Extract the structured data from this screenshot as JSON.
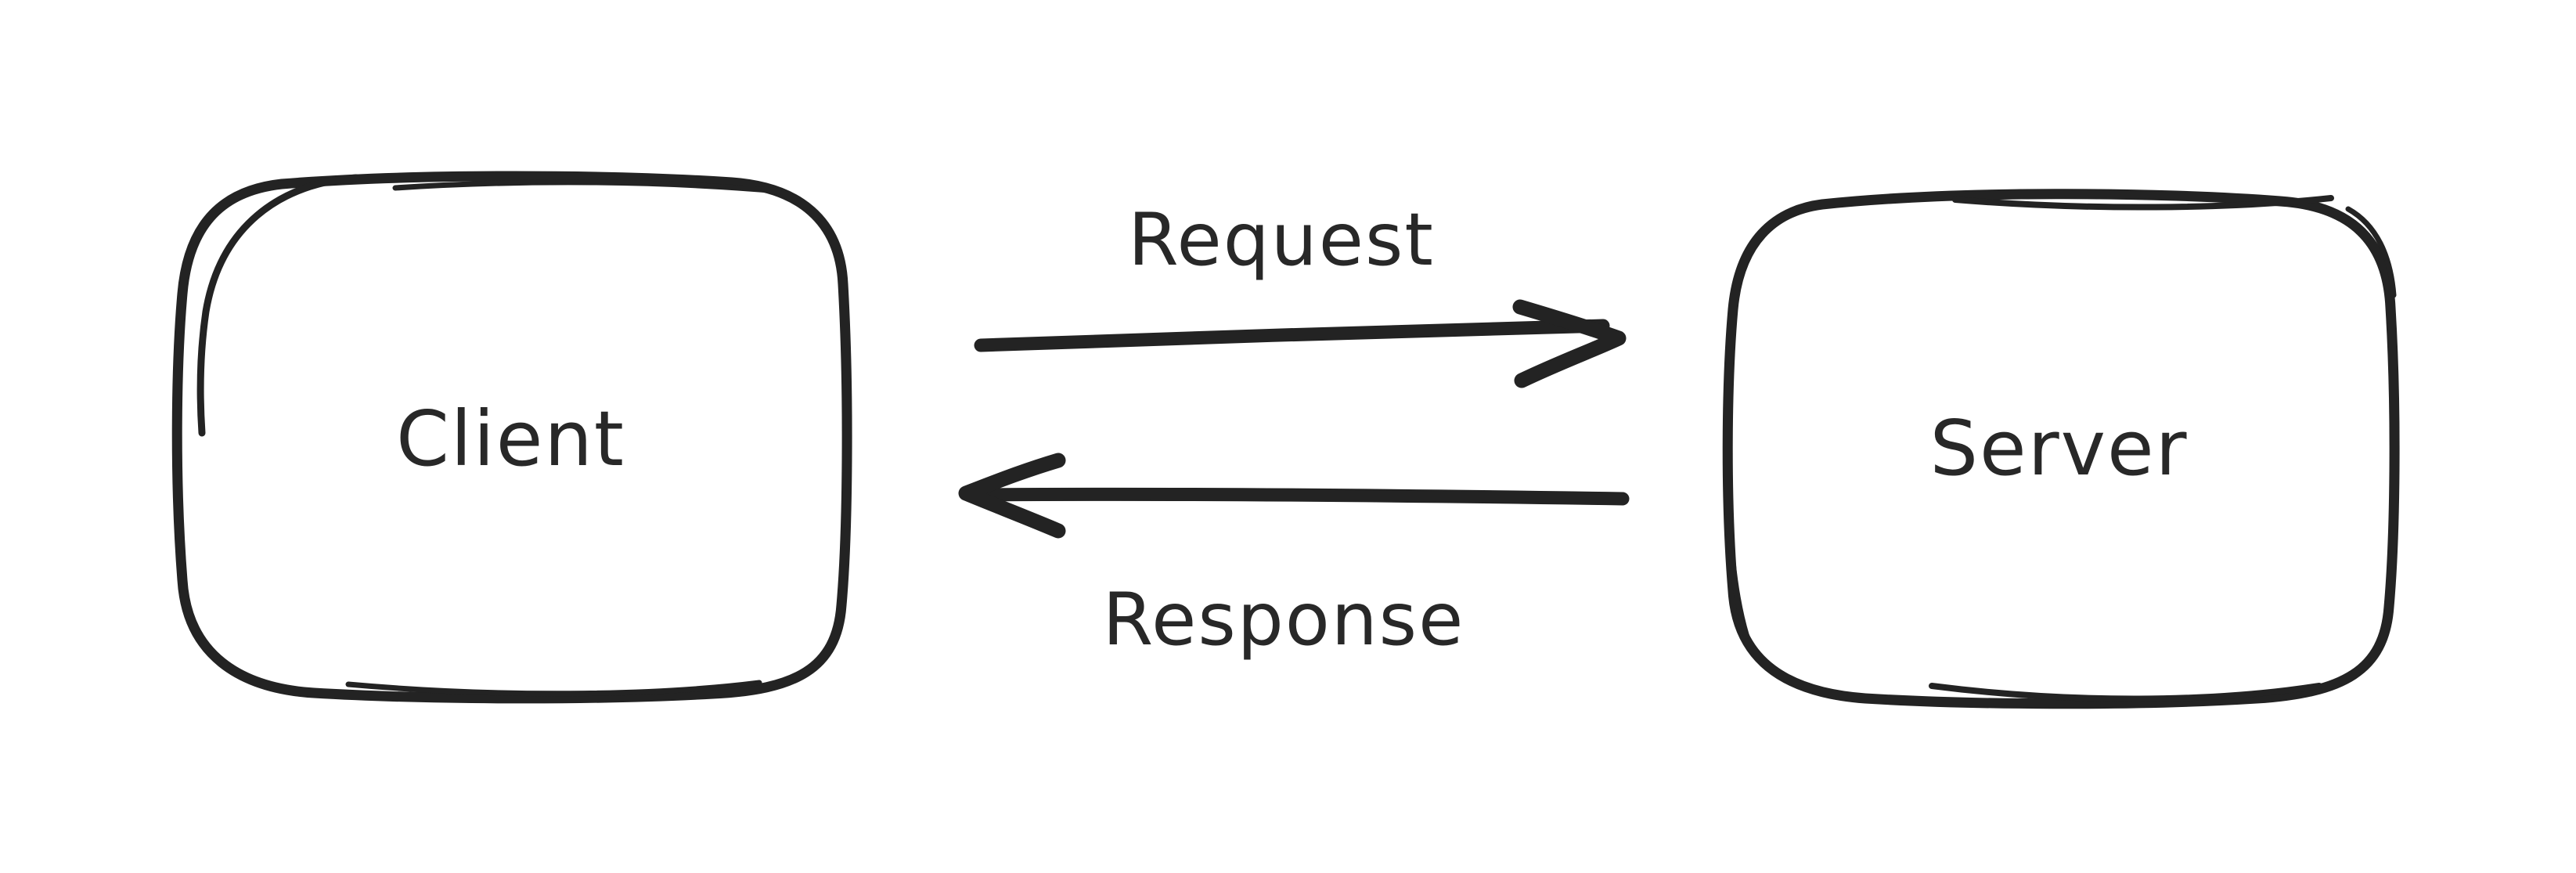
{
  "canvas": {
    "background": "#ffffff",
    "ink": "#232323",
    "style": "hand-drawn-sketch"
  },
  "nodes": [
    {
      "id": "client",
      "label": "Client"
    },
    {
      "id": "server",
      "label": "Server"
    }
  ],
  "edges": [
    {
      "id": "request",
      "label": "Request",
      "from": "Client",
      "to": "Server",
      "arrow_direction": "right"
    },
    {
      "id": "response",
      "label": "Response",
      "from": "Server",
      "to": "Client",
      "arrow_direction": "left"
    }
  ]
}
